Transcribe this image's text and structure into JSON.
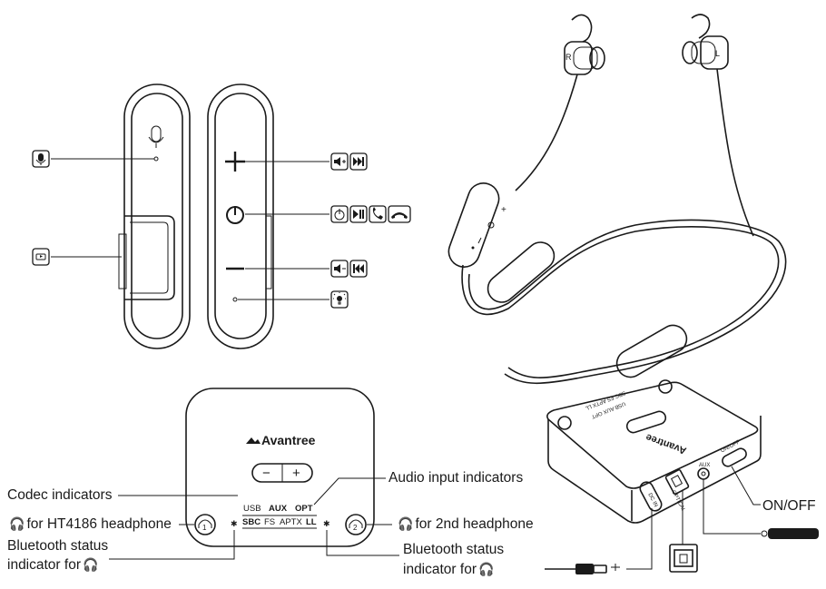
{
  "diagram": {
    "labels": {
      "codec_indicators": "Codec indicators",
      "audio_input_indicators": "Audio input indicators",
      "for_ht4186": "for HT4186 headphone",
      "for_2nd": "for 2nd headphone",
      "bt_status_left_line1": "Bluetooth status",
      "bt_status_left_line2": "indicator for",
      "bt_status_right_line1": "Bluetooth status",
      "bt_status_right_line2": "indicator for",
      "on_off": "ON/OFF"
    },
    "transmitter_front": {
      "brand": "Avantree",
      "minus": "−",
      "plus": "+",
      "input_row": [
        "USB",
        "AUX",
        "OPT"
      ],
      "codec_row": [
        "SBC",
        "FS",
        "APTX",
        "LL"
      ],
      "headphone_1": "1",
      "headphone_2": "2",
      "bt_symbol": "✱"
    },
    "transmitter_3d": {
      "brand": "Avantree",
      "port_dcin": "DC IN",
      "port_optical": "OPTICAL",
      "port_aux": "AUX",
      "port_onoff": "ON/OFF",
      "top_rows": [
        "USB AUX OPT",
        "SBC FS APTX LL"
      ]
    },
    "earbuds": {
      "right": "R",
      "left": "L"
    },
    "icon_legends": {
      "mic": [
        "mic-icon"
      ],
      "charge": [
        "charge-port-icon"
      ],
      "plus": [
        "volume-up-icon",
        "next-track-icon"
      ],
      "power": [
        "power-icon",
        "play-pause-icon",
        "answer-call-icon",
        "end-call-icon"
      ],
      "minus": [
        "volume-down-icon",
        "previous-track-icon"
      ],
      "led": [
        "led-indicator-icon"
      ]
    }
  }
}
